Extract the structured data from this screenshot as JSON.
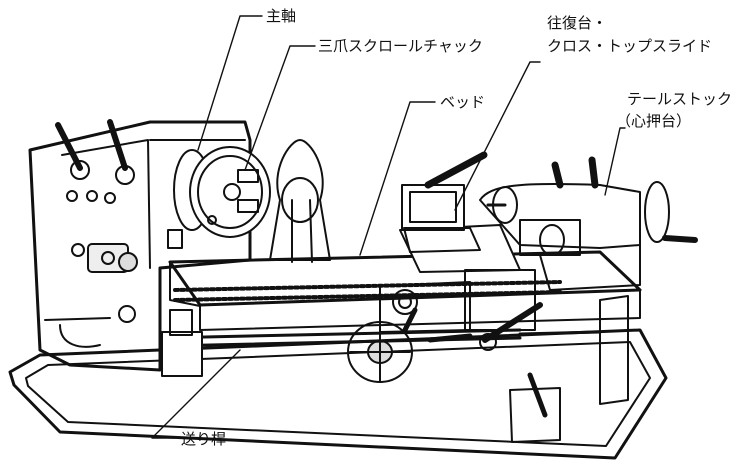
{
  "labels": {
    "spindle": "主軸",
    "chuck": "三爪スクロールチャック",
    "carriage_line1": "往復台・",
    "carriage_line2": "クロス・トップスライド",
    "bed": "ベッド",
    "tailstock_line1": "テールストック",
    "tailstock_line2": "（心押台）",
    "feed_rod": "送り桿"
  }
}
